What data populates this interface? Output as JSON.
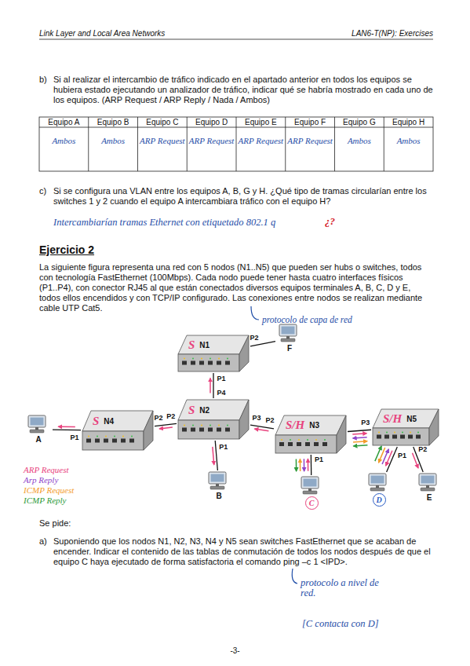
{
  "diagram": {
    "nodes": [
      {
        "text": [
          "N1",
          "S"
        ]
      },
      {
        "text": [
          "F"
        ]
      },
      {
        "text": [
          "A"
        ]
      },
      {
        "text": [
          "N4",
          "S"
        ]
      },
      {
        "text": [
          "N2",
          "S"
        ]
      },
      {
        "text": [
          "N3",
          "S/H"
        ]
      },
      {
        "text": [
          "N5",
          "S/H"
        ]
      },
      {
        "text": [
          "B"
        ]
      },
      {
        "text": [
          "C"
        ]
      },
      {
        "text": [
          "D"
        ]
      },
      {
        "text": [
          "E"
        ]
      }
    ],
    "edges": [
      {
        "from": 0,
        "to": 1,
        "arrow": "none"
      },
      {
        "from": 0,
        "to": 4,
        "arrow": "none"
      },
      {
        "from": 3,
        "to": 2,
        "arrow": "none"
      },
      {
        "from": 3,
        "to": 4,
        "arrow": "none"
      },
      {
        "from": 4,
        "to": 7,
        "arrow": "none"
      },
      {
        "from": 4,
        "to": 5,
        "arrow": "none"
      },
      {
        "from": 5,
        "to": 6,
        "arrow": "none"
      },
      {
        "from": 5,
        "to": 8,
        "arrow": "none"
      },
      {
        "from": 6,
        "to": 9,
        "arrow": "none"
      },
      {
        "from": 6,
        "to": 10,
        "arrow": "none"
      }
    ],
    "labels": [
      "Link Layer and Local Area Networks",
      "LAN6-T(NP): Exercises",
      "b)",
      "Si al realizar el intercambio de tráfico indicado en el apartado anterior en todos los equipos se hubiera estado ejecutando un analizador de tráfico, indicar qué se habría mostrado en cada uno de los equipos. (ARP Request / ARP Reply / Nada / Ambos)",
      "Equipo A",
      "Equipo B",
      "Equipo C",
      "Equipo D",
      "Equipo E",
      "Equipo F",
      "Equipo G",
      "Equipo H",
      "Ambos",
      "Ambos",
      "ARP Request",
      "ARP Request",
      "ARP Request",
      "ARP Request",
      "Ambos",
      "Ambos",
      "c)",
      "Si se configura una VLAN entre los equipos A, B, G y H. ¿Qué tipo de tramas circularían entre los switches 1 y 2 cuando el equipo A intercambiara tráfico con el equipo H?",
      "Intercambiarían tramas Ethernet con etiquetado 802.1 q",
      "¿?",
      "Ejercicio 2",
      "La siguiente figura representa una red con 5 nodos (N1..N5) que pueden ser hubs o switches, todos con tecnología FastEthernet (100Mbps). Cada nodo puede tener hasta cuatro interfaces físicos (P1..P4), con conector RJ45 al que están conectados diversos equipos terminales A, B, C, D y E, todos ellos encendidos y con TCP/IP configurado. Las conexiones entre nodos se realizan mediante cable UTP Cat5.",
      "protocolo de capa de red",
      "P2",
      "P1",
      "P4",
      "P1",
      "P2",
      "P2",
      "P1",
      "P3",
      "P2",
      "P3",
      "P1",
      "P1",
      "P2",
      "Se pide:",
      "a)",
      "Suponiendo que los nodos N1, N2, N3, N4 y N5 sean switches FastEthernet que se acaban de encender. Indicar el contenido de las tablas de conmutación de todos los nodos después de que el equipo C haya ejecutado de forma satisfactoria el comando ping –c 1 <IPD>.",
      "protocolo a nivel de red.",
      "[C contacta con D]",
      "-3-"
    ],
    "legend": [
      {
        "text": "ARP Request",
        "color": "#e8437e"
      },
      {
        "text": "Arp Reply",
        "color": "#8e44c9"
      },
      {
        "text": "ICMP Request",
        "color": "#f39c2b"
      },
      {
        "text": "ICMP Reply",
        "color": "#2e9b3a"
      }
    ]
  }
}
